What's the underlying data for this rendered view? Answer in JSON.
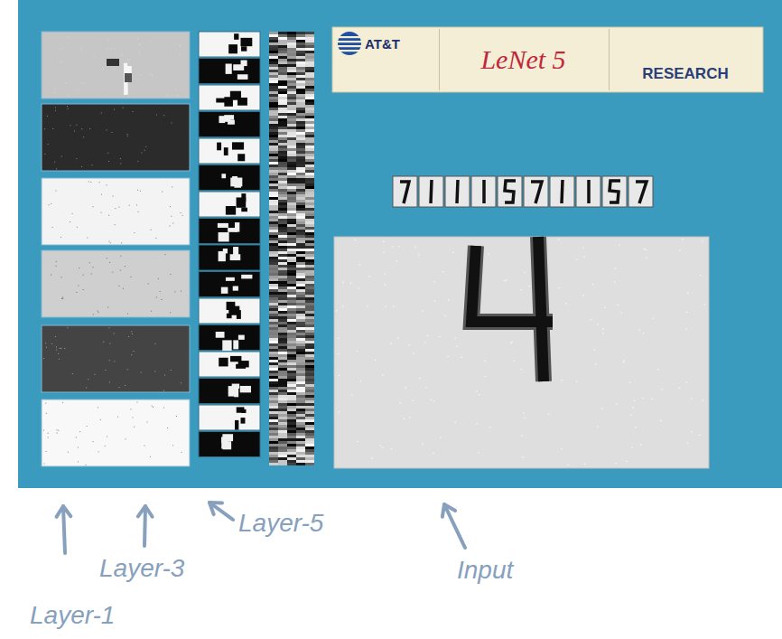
{
  "diagram": {
    "nodes": [
      {
        "text": [
          "AT&T"
        ]
      },
      {
        "text": [
          "LeNet 5"
        ]
      },
      {
        "text": [
          "RESEARCH"
        ]
      }
    ],
    "labels": [
      "Layer-1",
      "Layer-3",
      "Layer-5",
      "Input"
    ]
  }
}
